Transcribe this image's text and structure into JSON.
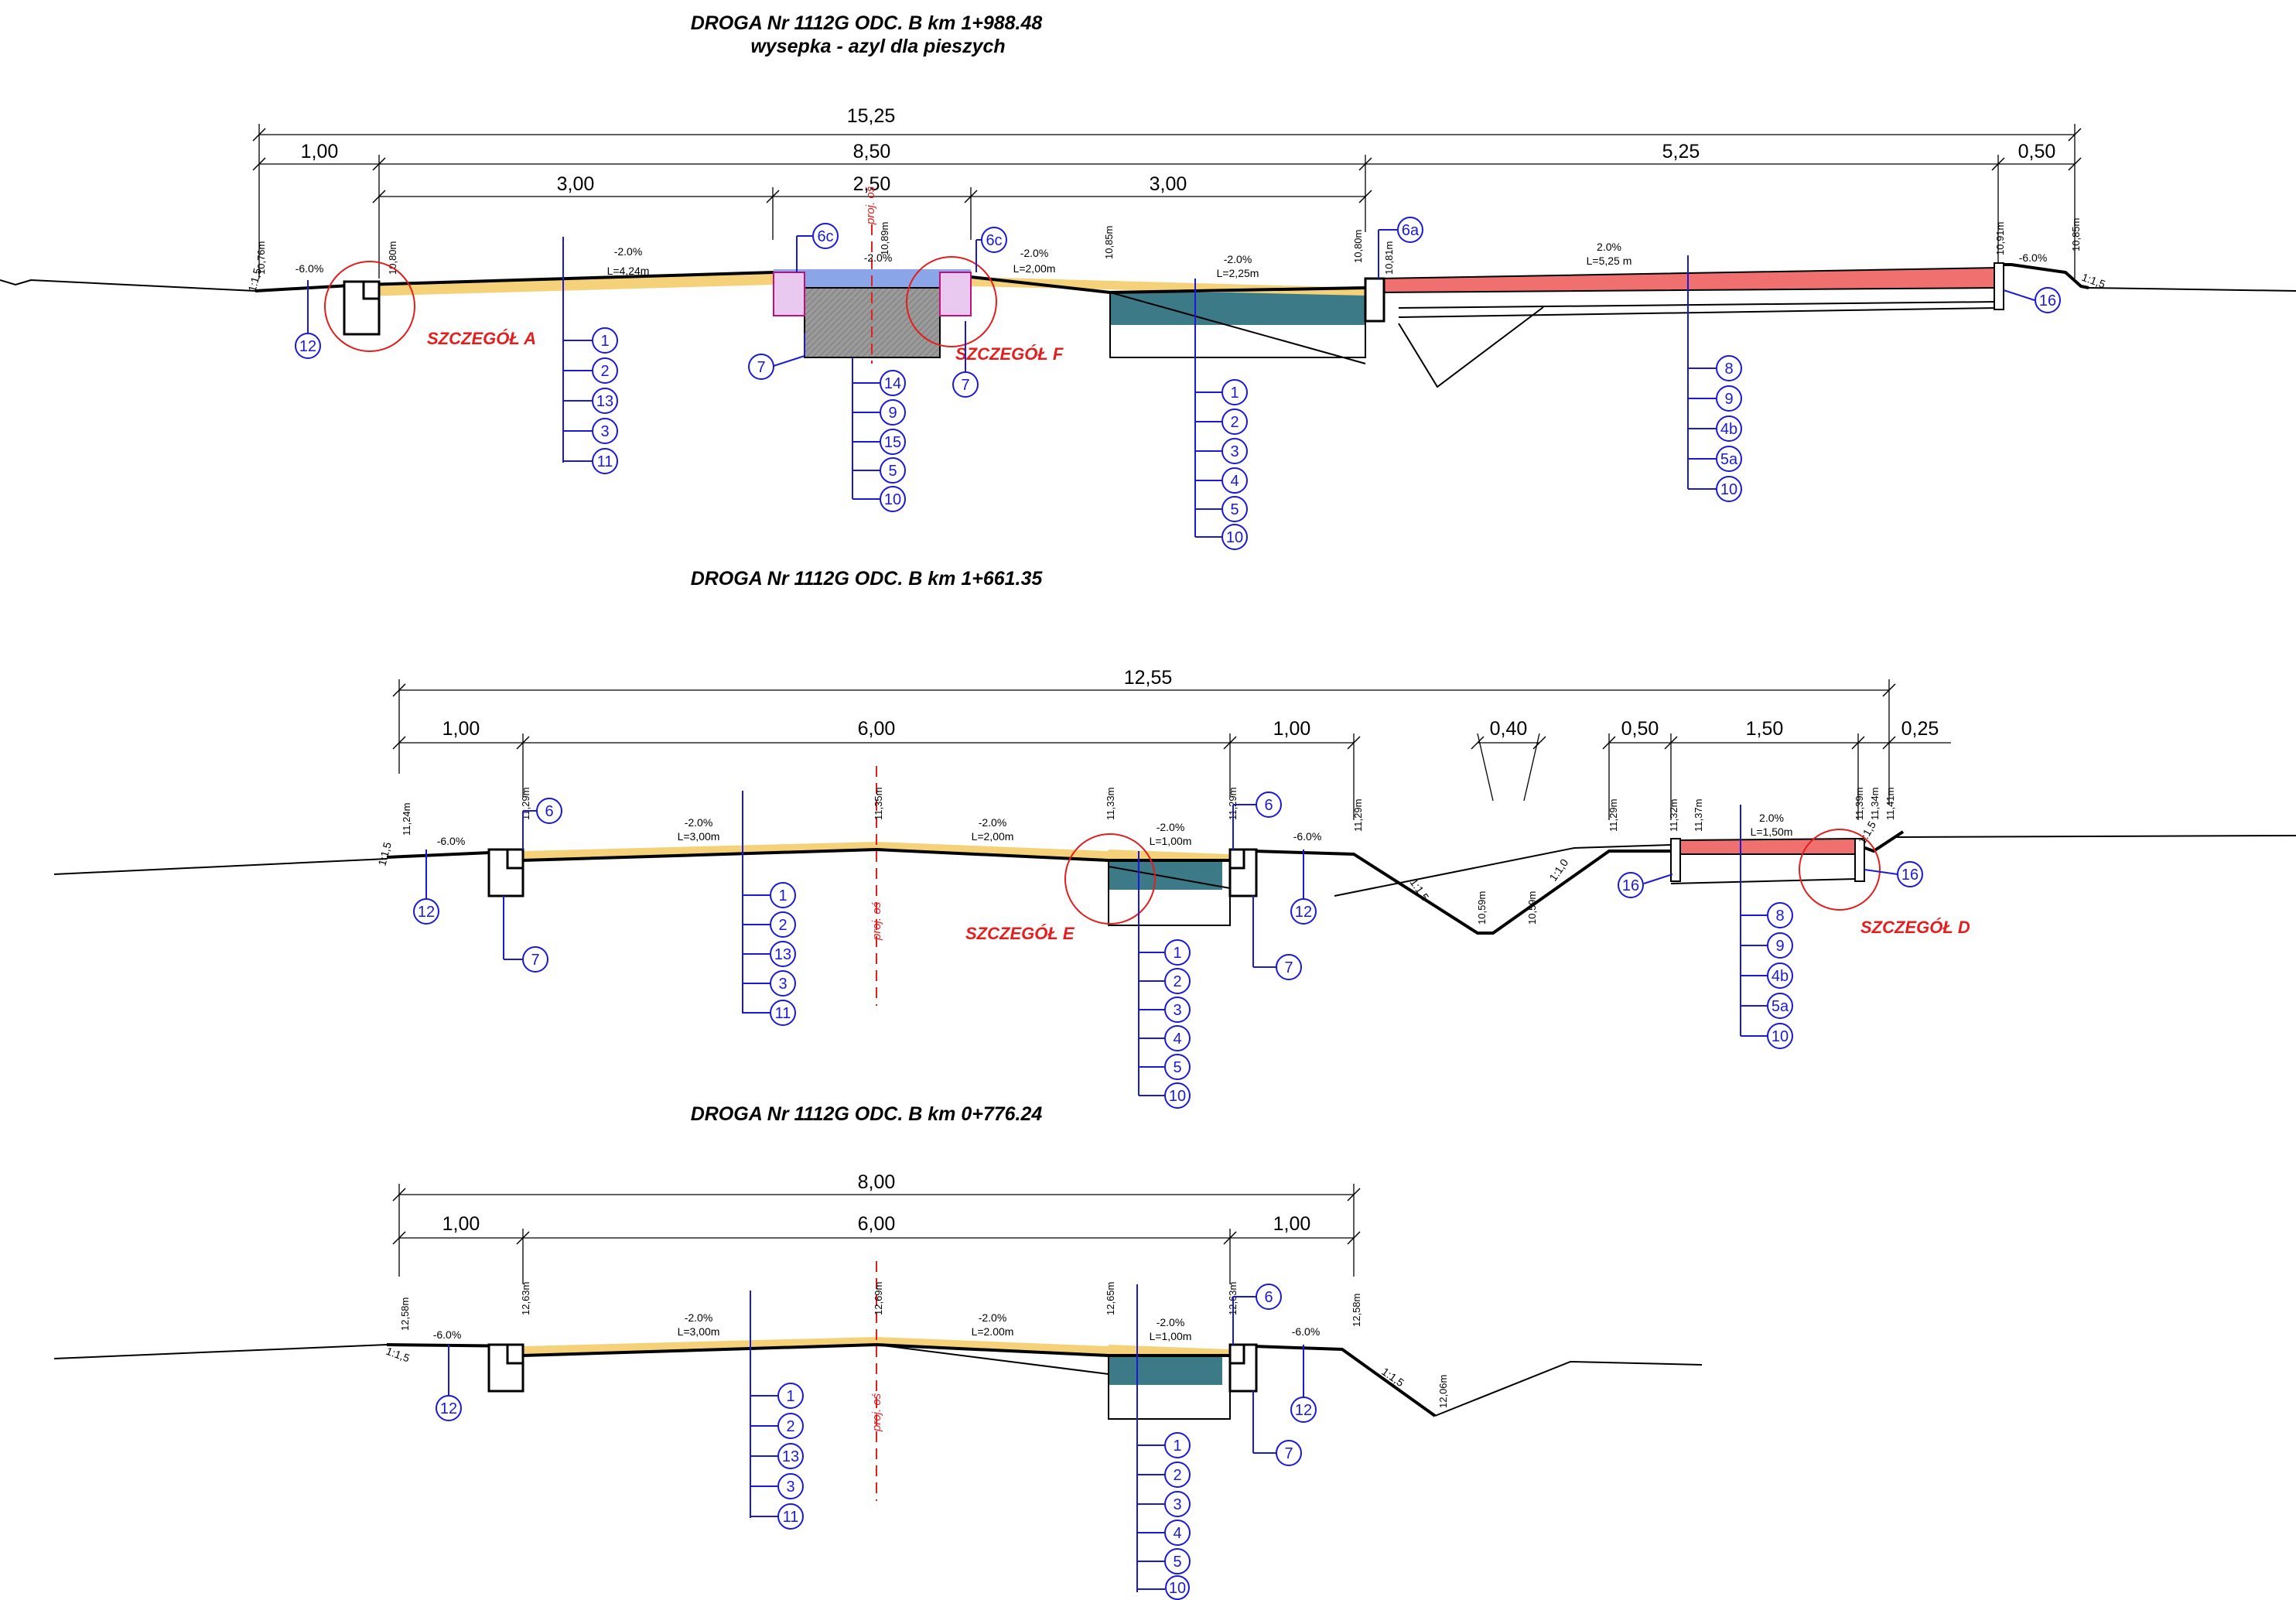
{
  "sections": [
    {
      "title": "DROGA Nr 1112G ODC. B    km 1+988.48",
      "subtitle": "wysepka - azyl dla pieszych",
      "dims": {
        "overall": "15,25",
        "row2": [
          "1,00",
          "8,50",
          "5,25",
          "0,50"
        ],
        "row3": [
          "3,00",
          "2,50",
          "3,00"
        ]
      },
      "slopes": {
        "left_shoulder": "-6.0%",
        "lane_left": "-2.0%",
        "lane_left_len": "L=4,24m",
        "island": "-2.0%",
        "lane_mid": "-2.0%",
        "lane_mid_len": "L=2,00m",
        "lane_right": "-2.0%",
        "lane_right_len": "L=2,25m",
        "path": "2.0%",
        "path_len": "L=5,25 m",
        "right_shoulder": "-6.0%",
        "embankment": "1:1,5"
      },
      "elevations": [
        "10,76m",
        "10,80m",
        "10,89m",
        "10,85m",
        "10,80m",
        "10,81m",
        "10,91m",
        "10,85m"
      ],
      "axis_label": "proj. oś",
      "details": [
        "SZCZEGÓŁ A",
        "SZCZEGÓŁ F"
      ],
      "callouts": {
        "left_marker": "12",
        "kerb_left": "7",
        "kerb_right": "7",
        "island_a": "6c",
        "island_b": "6c",
        "right_kerb": "6a",
        "path_edge": "16",
        "stack_a": [
          "1",
          "2",
          "13",
          "3",
          "11"
        ],
        "stack_b": [
          "14",
          "9",
          "15",
          "5",
          "10"
        ],
        "stack_c": [
          "1",
          "2",
          "3",
          "4",
          "5",
          "10"
        ],
        "stack_d": [
          "8",
          "9",
          "4b",
          "5a",
          "10"
        ]
      }
    },
    {
      "title": "DROGA Nr 1112G ODC. B    km 1+661.35",
      "dims": {
        "overall": "12,55",
        "row2": [
          "1,00",
          "6,00",
          "1,00",
          "0,40",
          "0,50",
          "1,50",
          "0,25"
        ]
      },
      "slopes": {
        "left_shoulder": "-6.0%",
        "lane_left": "-2.0%",
        "lane_left_len": "L=3,00m",
        "lane_mid": "-2.0%",
        "lane_mid_len": "L=2,00m",
        "widening": "-2.0%",
        "widening_len": "L=1,00m",
        "right_shoulder": "-6.0%",
        "path": "2.0%",
        "path_len": "L=1,50m",
        "ditch_left": "1:1,5",
        "ditch_right": "1:1,0",
        "embankment": "1:1,5"
      },
      "elevations": [
        "11,24m",
        "11,29m",
        "11,35m",
        "11,33m",
        "11,29m",
        "11,29m",
        "10,59m",
        "10,59m",
        "11,29m",
        "11,32m",
        "11,37m",
        "11,39m",
        "11,34m",
        "11,41m"
      ],
      "axis_label": "proj. oś",
      "details": [
        "SZCZEGÓŁ E",
        "SZCZEGÓŁ D"
      ],
      "callouts": {
        "left_marker": "12",
        "kerb_left_top": "6",
        "kerb_left_bottom": "7",
        "kerb_right_top": "6",
        "kerb_right_bottom": "7",
        "shoulder_right": "12",
        "path_left": "16",
        "path_right": "16",
        "stack_a": [
          "1",
          "2",
          "13",
          "3",
          "11"
        ],
        "stack_c": [
          "1",
          "2",
          "3",
          "4",
          "5",
          "10"
        ],
        "stack_d": [
          "8",
          "9",
          "4b",
          "5a",
          "10"
        ]
      }
    },
    {
      "title": "DROGA Nr 1112G ODC. B    km 0+776.24",
      "dims": {
        "overall": "8,00",
        "row2": [
          "1,00",
          "6,00",
          "1,00"
        ]
      },
      "slopes": {
        "left_shoulder": "-6.0%",
        "lane_left": "-2.0%",
        "lane_left_len": "L=3,00m",
        "lane_mid": "-2.0%",
        "lane_mid_len": "L=2.00m",
        "widening": "-2.0%",
        "widening_len": "L=1,00m",
        "right_shoulder": "-6.0%",
        "embankment_left": "1:1,5",
        "embankment_right": "1:1,5"
      },
      "elevations": [
        "12,58m",
        "12,63m",
        "12,69m",
        "12,65m",
        "12,63m",
        "12,58m",
        "12,06m"
      ],
      "axis_label": "proj. oś",
      "callouts": {
        "left_marker": "12",
        "kerb_right_top": "6",
        "kerb_right_bottom": "7",
        "shoulder_right": "12",
        "stack_a": [
          "1",
          "2",
          "13",
          "3",
          "11"
        ],
        "stack_c": [
          "1",
          "2",
          "3",
          "4",
          "5",
          "10"
        ]
      }
    }
  ],
  "colors": {
    "asphalt_layer": "#f5d27a",
    "base_layer": "#3d7a88",
    "island_surface": "#8aa5e8",
    "path_surface": "#f07070",
    "callout": "#1a1ad6",
    "detail_marker": "#e31e1e"
  }
}
